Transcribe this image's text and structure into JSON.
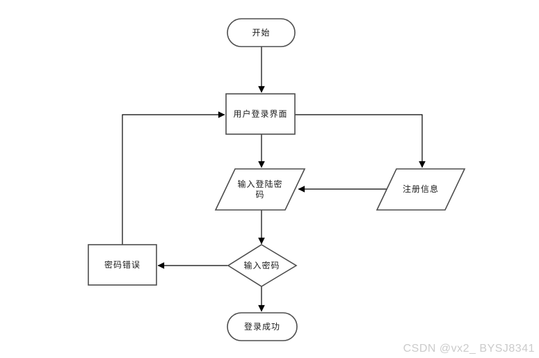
{
  "background": "#ffffff",
  "colors": {
    "edge_line": "#000000",
    "node_border": "#4d4d4d",
    "node_fill": "#ffffff",
    "node_text": "#1a1a1a",
    "watermark_text_color": "#cbcbcb"
  },
  "flowchart": {
    "nodes": [
      {
        "id": "start",
        "type": "terminator",
        "label": "开始"
      },
      {
        "id": "login-ui",
        "type": "process",
        "label": "用户登录界面"
      },
      {
        "id": "enter-login-password",
        "type": "input-output",
        "label": "输入登陆密码"
      },
      {
        "id": "register-info",
        "type": "input-output",
        "label": "注册信息"
      },
      {
        "id": "verify-password",
        "type": "decision",
        "label": "输入密码"
      },
      {
        "id": "password-error",
        "type": "process",
        "label": "密码错误"
      },
      {
        "id": "login-success",
        "type": "terminator",
        "label": "登录成功"
      }
    ],
    "edges": [
      {
        "from": "start",
        "to": "login-ui"
      },
      {
        "from": "login-ui",
        "to": "enter-login-password"
      },
      {
        "from": "login-ui",
        "to": "register-info"
      },
      {
        "from": "register-info",
        "to": "enter-login-password"
      },
      {
        "from": "enter-login-password",
        "to": "verify-password"
      },
      {
        "from": "verify-password",
        "to": "password-error"
      },
      {
        "from": "password-error",
        "to": "login-ui"
      },
      {
        "from": "verify-password",
        "to": "login-success"
      }
    ]
  },
  "watermark": {
    "text": "CSDN @vx2_ BYSJ8341"
  }
}
